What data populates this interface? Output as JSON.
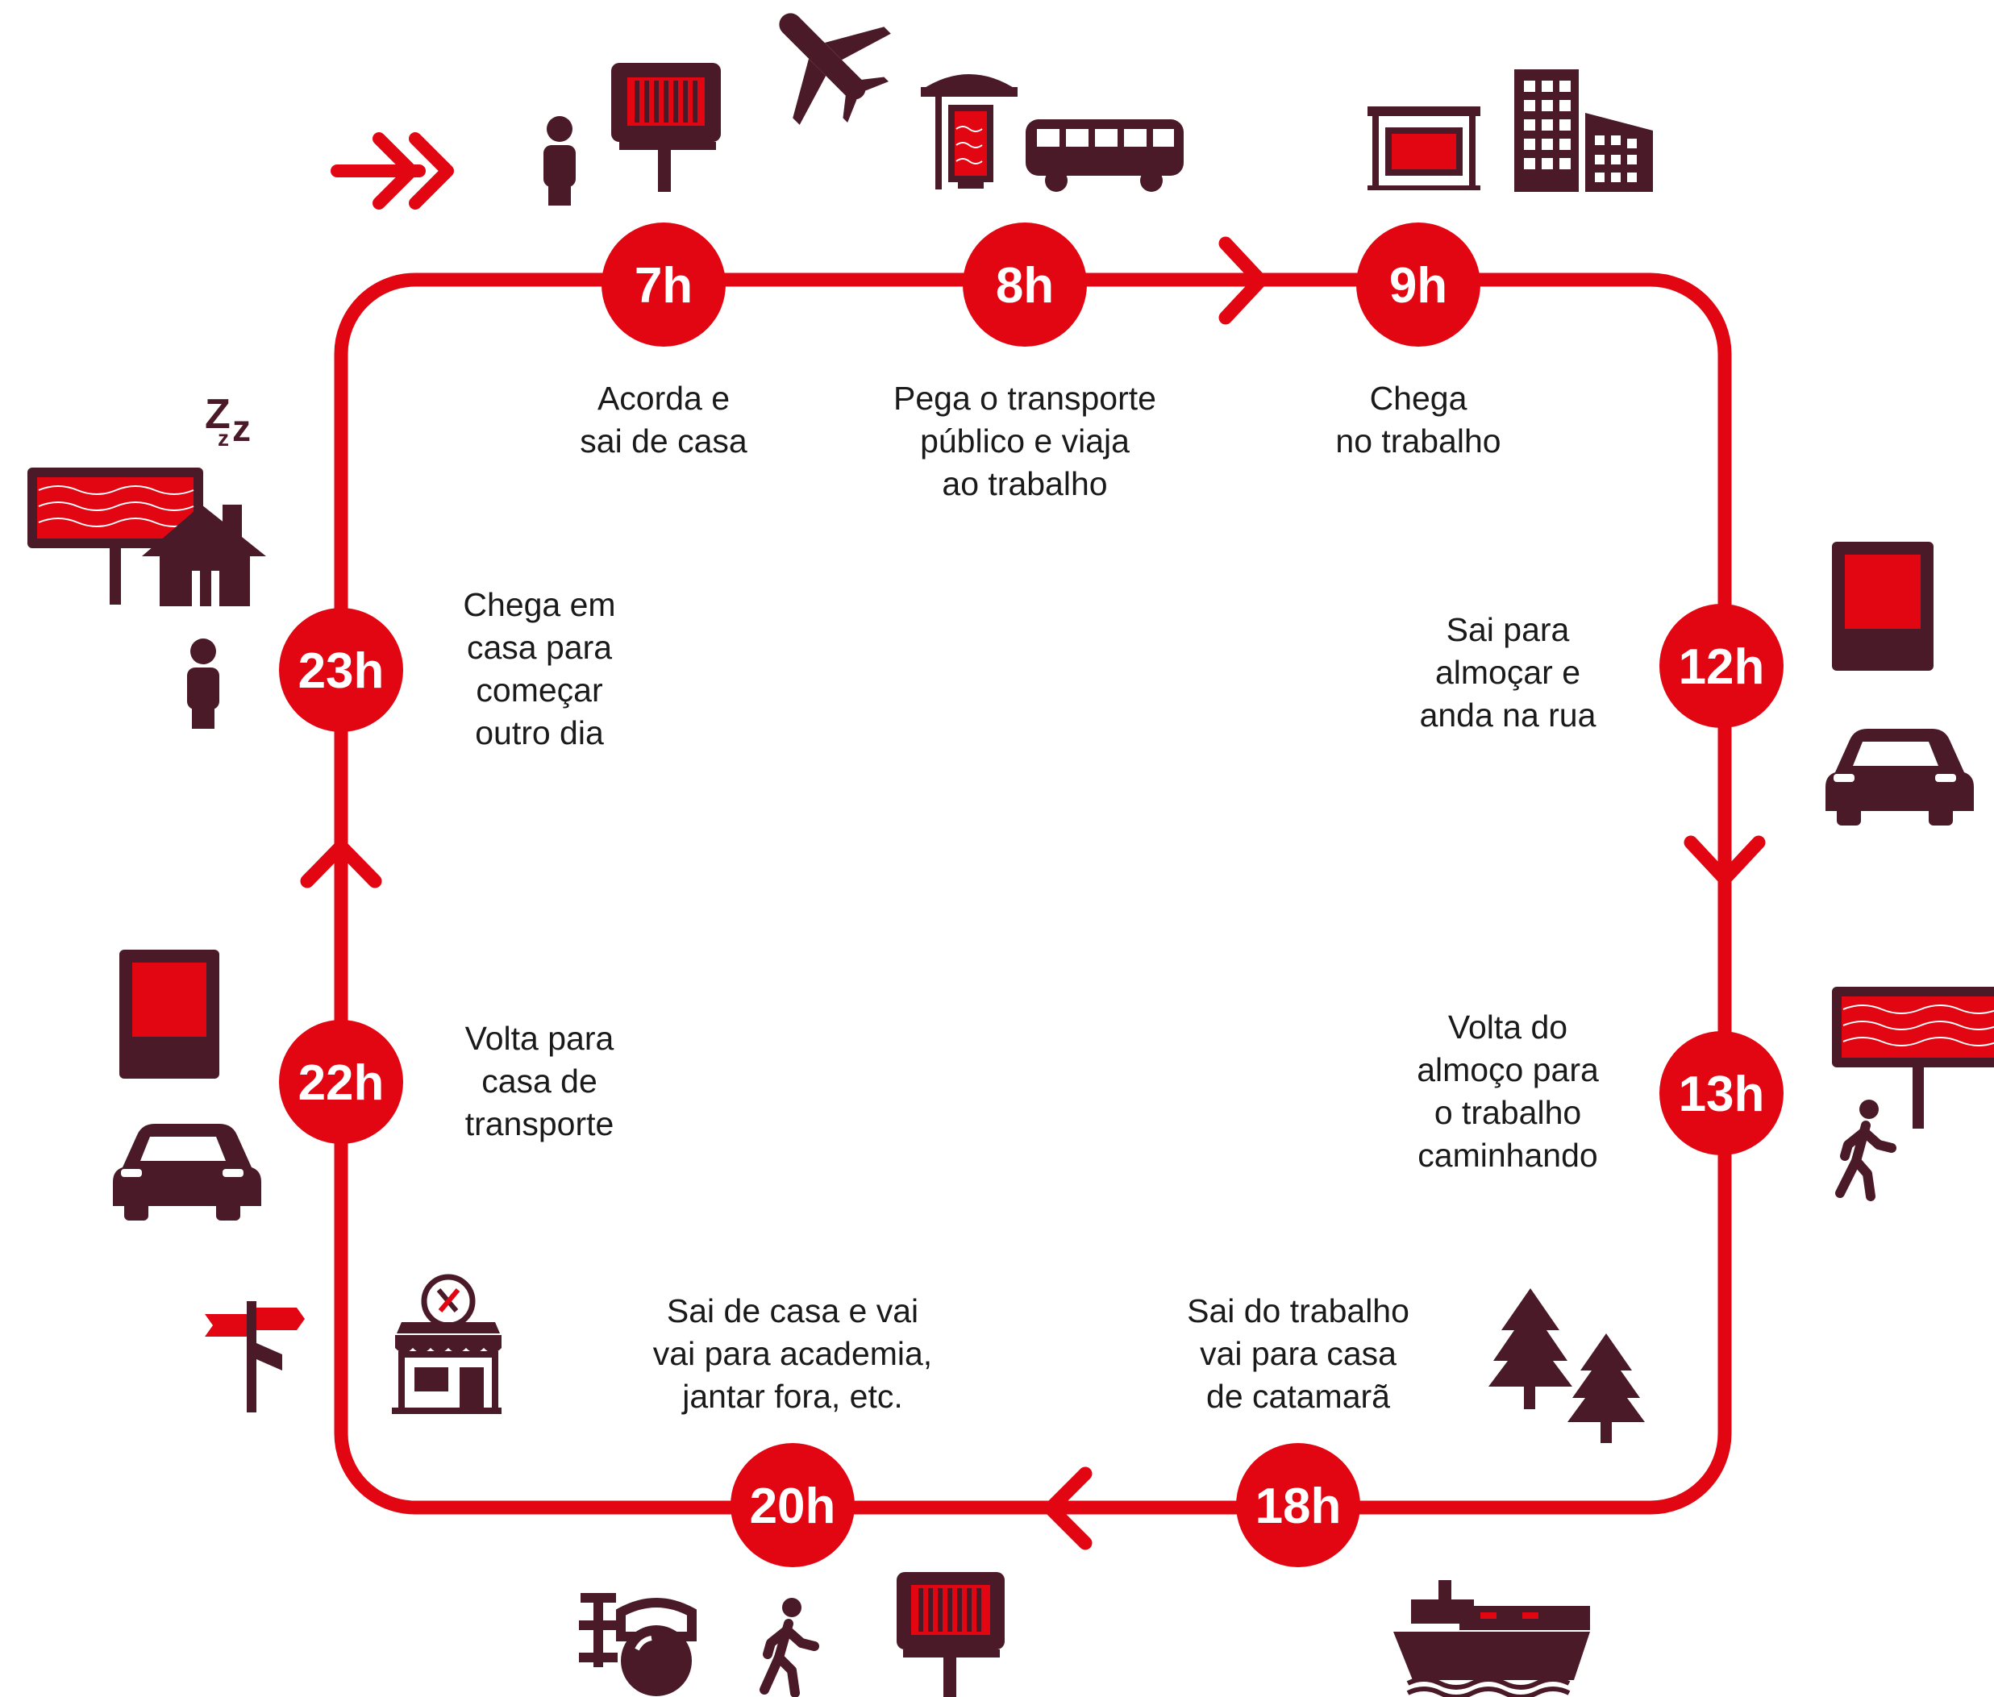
{
  "colors": {
    "accent": "#E20613",
    "icon_dark": "#4A1A28",
    "text": "#1a1a1a",
    "background": "#ffffff"
  },
  "nodes": [
    {
      "id": "7h",
      "label": "7h",
      "text": "Acorda e\nsai de casa"
    },
    {
      "id": "8h",
      "label": "8h",
      "text": "Pega o transporte\npúblico e viaja\nao trabalho"
    },
    {
      "id": "9h",
      "label": "9h",
      "text": "Chega\nno trabalho"
    },
    {
      "id": "12h",
      "label": "12h",
      "text": "Sai para\nalmoçar e\nanda na rua"
    },
    {
      "id": "13h",
      "label": "13h",
      "text": "Volta do\nalmoço para\no trabalho\ncaminhando"
    },
    {
      "id": "18h",
      "label": "18h",
      "text": "Sai do trabalho\nvai para casa\nde catamarã"
    },
    {
      "id": "20h",
      "label": "20h",
      "text": "Sai de casa e vai\nvai para academia,\njantar fora, etc."
    },
    {
      "id": "22h",
      "label": "22h",
      "text": "Volta para\ncasa de\ntransporte"
    },
    {
      "id": "23h",
      "label": "23h",
      "text": "Chega em\ncasa para\ncomeçar\noutro dia"
    }
  ],
  "sleep": "Z\nz\nZ",
  "icons": [
    "fast-forward-icon",
    "person-icon",
    "billboard-icon",
    "airplane-icon",
    "bus-shelter-icon",
    "bus-icon",
    "shelter-billboard-icon",
    "buildings-icon",
    "poster-icon",
    "car-icon",
    "banner-billboard-icon",
    "walking-person-icon",
    "trees-icon",
    "ship-icon",
    "gym-weights-icon",
    "restaurant-icon",
    "signpost-icon",
    "house-icon",
    "sleep-icon"
  ]
}
